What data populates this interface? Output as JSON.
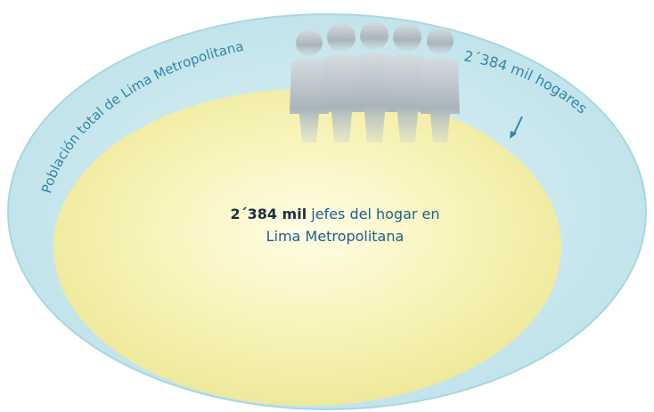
{
  "outer_label": "Población  total de Lima Metropolitana",
  "outer_value": "2´384 mil hogares",
  "center": {
    "value": "2´384 mil",
    "text_line1": "jefes del hogar  en",
    "text_line2": "Lima Metropolitana"
  },
  "icons": {
    "people": "people-group-icon",
    "arrow": "down-arrow-icon"
  },
  "colors": {
    "outer_ellipse": "#cfeaef",
    "outer_stroke": "#a9d7e1",
    "inner_ellipse": "#f3f0a6",
    "inner_center": "#fffde0",
    "text_blue": "#2f86a8",
    "dark_blue": "#1f5f8b",
    "people": "#b8c2c8"
  }
}
